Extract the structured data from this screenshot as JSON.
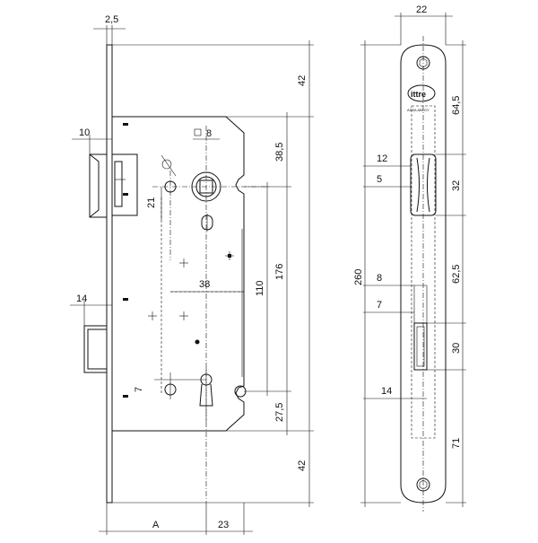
{
  "dimensions": {
    "faceplate_thickness": "2,5",
    "top_to_follower": "42",
    "follower_square": "8",
    "follower_offset": "38,5",
    "backset_top": "21",
    "bolt_length": "10",
    "width_top": "176",
    "center_distance": "110",
    "case_width": "38",
    "deadbolt_projection": "14",
    "key_distance": "7",
    "key_to_bottom": "27,5",
    "bottom_margin": "42",
    "backset": "A",
    "case_depth": "23",
    "plate_width": "22",
    "plate_top": "64,5",
    "latch_width": "12",
    "latch_height": "32",
    "latch_offset": "5",
    "mid_distance": "62,5",
    "slot_width": "8",
    "slot_offset": "7",
    "deadbolt_height": "30",
    "deadbolt_width": "14",
    "plate_bottom": "71",
    "total_height": "260"
  },
  "brand": {
    "logo": "ittre",
    "maker": "ASSA ABLOY"
  }
}
